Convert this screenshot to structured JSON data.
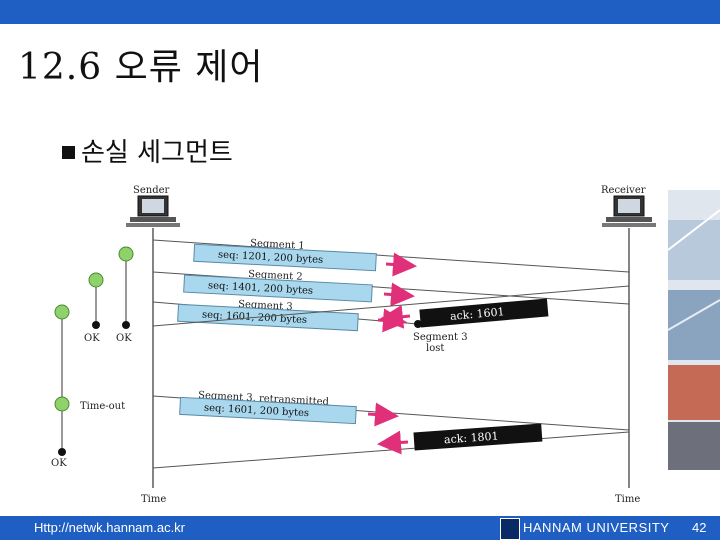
{
  "slide": {
    "title": "12.6 오류 제어",
    "bullet": "손실 세그먼트",
    "footer_url": "Http://netwk.hannam.ac.kr",
    "footer_university": "HANNAM UNIVERSITY",
    "page_number": "42"
  },
  "diagram": {
    "sender_label": "Sender",
    "receiver_label": "Receiver",
    "time_label_left": "Time",
    "time_label_right": "Time",
    "segment1_title": "Segment 1",
    "segment1_box": "seq: 1201, 200 bytes",
    "segment2_title": "Segment 2",
    "segment2_box": "seq: 1401, 200 bytes",
    "segment3_title": "Segment 3",
    "segment3_box": "seq: 1601, 200 bytes",
    "ack1_box": "ack: 1601",
    "lost_label_1": "Segment 3",
    "lost_label_2": "lost",
    "retrans_title": "Segment 3, retransmitted",
    "retrans_box": "seq: 1601, 200 bytes",
    "ack2_box": "ack: 1801",
    "ok1": "OK",
    "ok2": "OK",
    "ok3": "OK",
    "timeout_label": "Time-out",
    "colors": {
      "segment_box": "#a9d8ee",
      "ack_box": "#111111",
      "timer": "#8fd16a",
      "arrow": "#e0307a"
    }
  }
}
